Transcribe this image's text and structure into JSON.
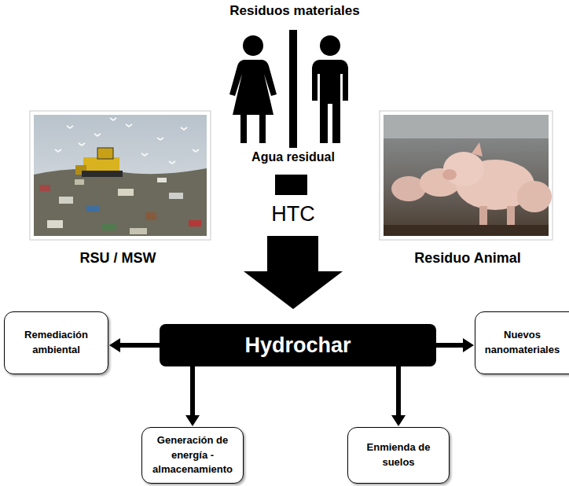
{
  "diagram": {
    "nodes": [
      {
        "text": [
          "Remediación ambiental"
        ]
      },
      {
        "text": [
          "Hydrochar"
        ]
      },
      {
        "text": [
          "Nuevos nanomateriales"
        ]
      },
      {
        "text": [
          "Generación de energía - almacenamiento"
        ]
      },
      {
        "text": [
          "Enmienda de suelos"
        ]
      }
    ],
    "edges": [
      {
        "from": 1,
        "to": 0,
        "arrow": "to"
      },
      {
        "from": 1,
        "to": 2,
        "arrow": "to"
      },
      {
        "from": 1,
        "to": 3,
        "arrow": "to"
      },
      {
        "from": 1,
        "to": 4,
        "arrow": "to"
      }
    ],
    "labels": [
      "Residuos materiales",
      "Agua residual",
      "HTC",
      "RSU / MSW",
      "Residuo Animal"
    ]
  }
}
